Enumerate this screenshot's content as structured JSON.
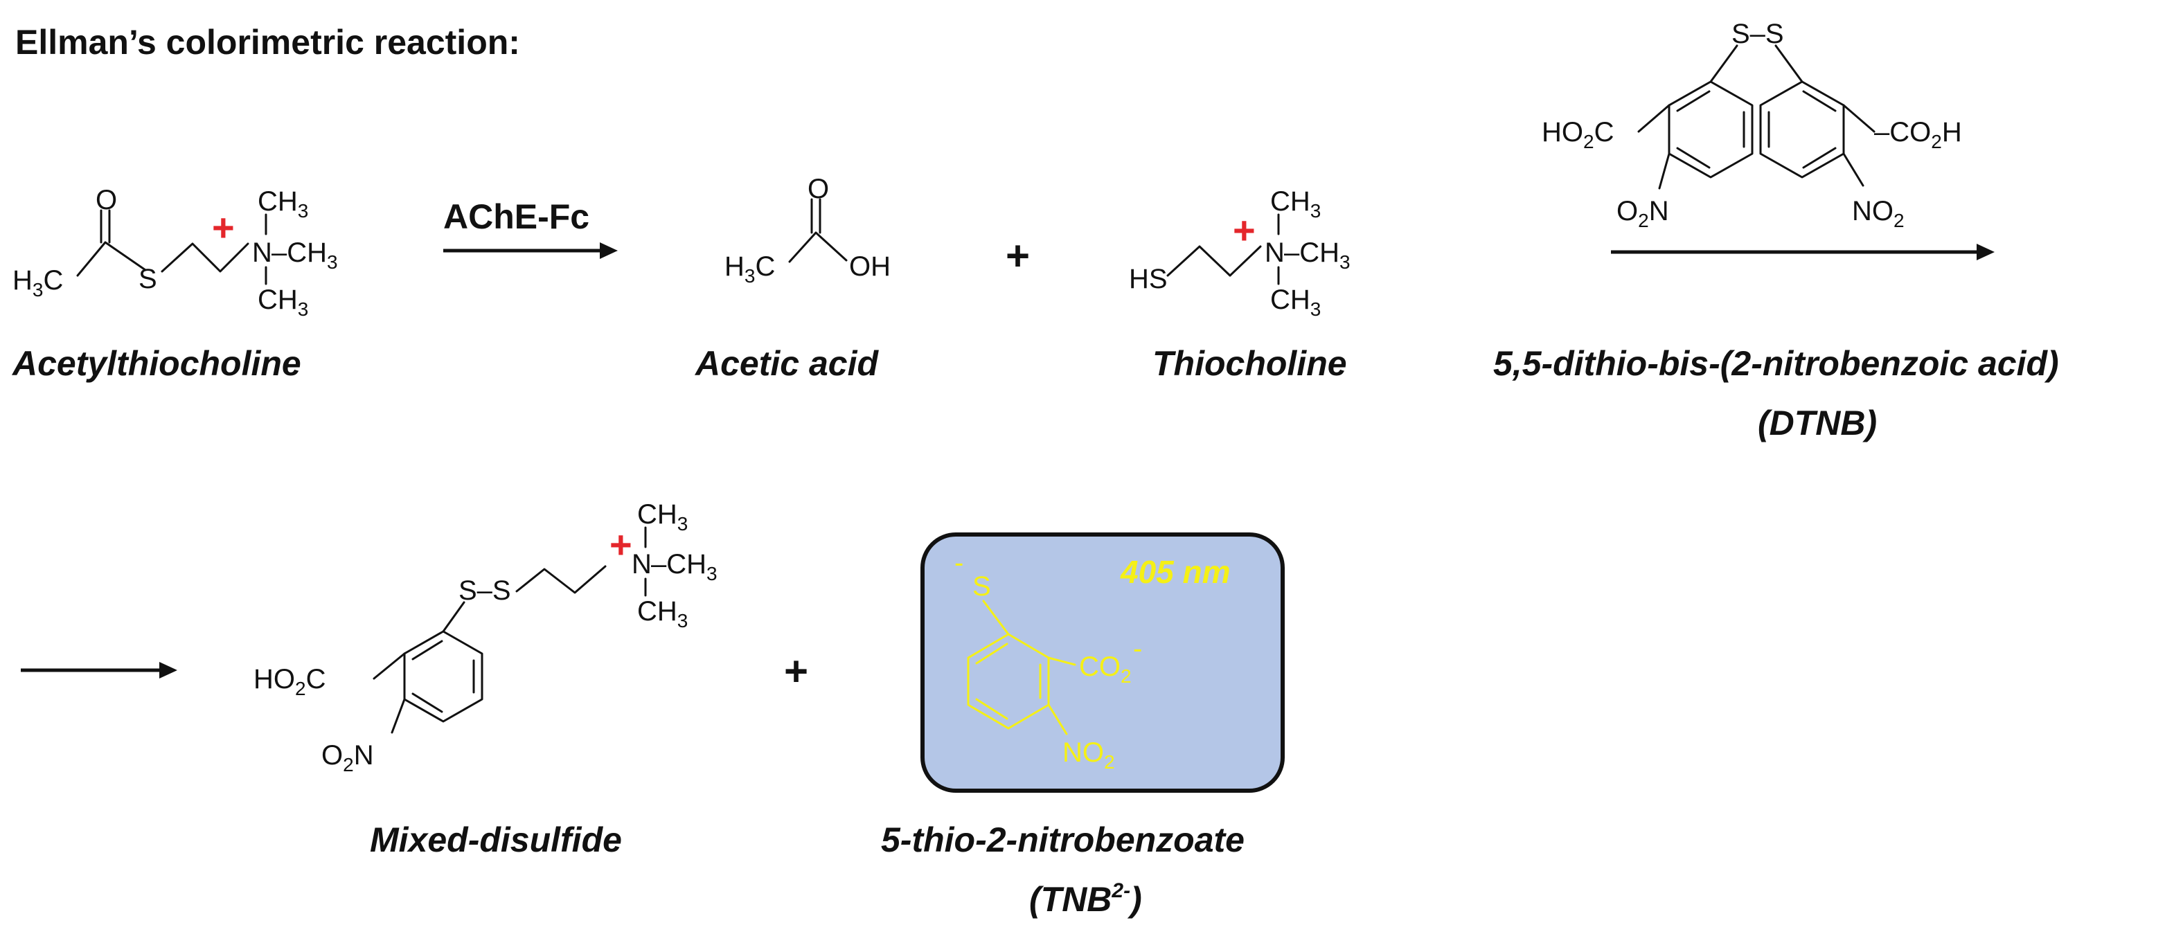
{
  "title": "Ellman’s colorimetric reaction:",
  "enzyme_label": "AChE-Fc",
  "plus_sign": "+",
  "cation_charge": "+",
  "compounds": {
    "acetylthiocholine": "Acetylthiocholine",
    "acetic_acid": "Acetic acid",
    "thiocholine": "Thiocholine",
    "dtnb_name": "5,5-dithio-bis-(2-nitrobenzoic acid)",
    "dtnb_abbr": "DTNB",
    "mixed_disulfide": "Mixed-disulfide",
    "tnb_name": "5-thio-2-nitrobenzoate",
    "tnb_abbr": "TNB",
    "tnb_charge": "2-"
  },
  "atoms": {
    "H": "H",
    "C": "C",
    "O": "O",
    "OH": "OH",
    "S": "S",
    "SH_head": "HS",
    "N": "N",
    "CH": "CH",
    "three": "3",
    "two": "2",
    "HO": "HO",
    "CO": "CO",
    "NO": "NO",
    "dash_CH": "–CH",
    "S_S": "S–S",
    "minus": "-"
  },
  "wavelength": "405 nm",
  "colors": {
    "box_fill": "#b4c6e7",
    "box_stroke": "#111111",
    "highlight": "#f5f016",
    "charge": "#e4262b"
  }
}
